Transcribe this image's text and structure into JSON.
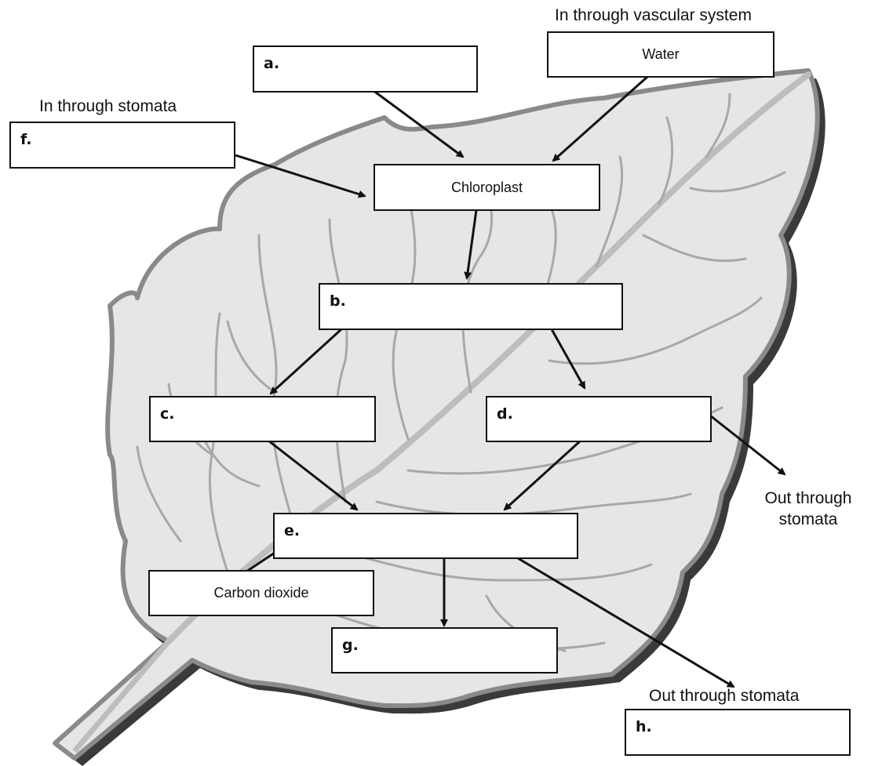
{
  "captions": {
    "vascular": "In through vascular system",
    "stomata_in": "In through stomata",
    "out_right_line1": "Out through",
    "out_right_line2": "stomata",
    "out_bottom": "Out through stomata"
  },
  "boxes": {
    "a": {
      "label": "a.",
      "text": ""
    },
    "water": {
      "label": "",
      "text": "Water"
    },
    "f": {
      "label": "f.",
      "text": ""
    },
    "chloroplast": {
      "label": "",
      "text": "Chloroplast"
    },
    "b": {
      "label": "b.",
      "text": ""
    },
    "c": {
      "label": "c.",
      "text": ""
    },
    "d": {
      "label": "d.",
      "text": ""
    },
    "e": {
      "label": "e.",
      "text": ""
    },
    "carbon_dioxide": {
      "label": "",
      "text": "Carbon dioxide"
    },
    "g": {
      "label": "g.",
      "text": ""
    },
    "h": {
      "label": "h.",
      "text": ""
    }
  },
  "colors": {
    "leaf_fill": "#e6e6e6",
    "leaf_edge": "#8a8a8a",
    "leaf_shadow": "#3a3a3a",
    "vein": "#a8a8a8",
    "arrow": "#111111"
  }
}
